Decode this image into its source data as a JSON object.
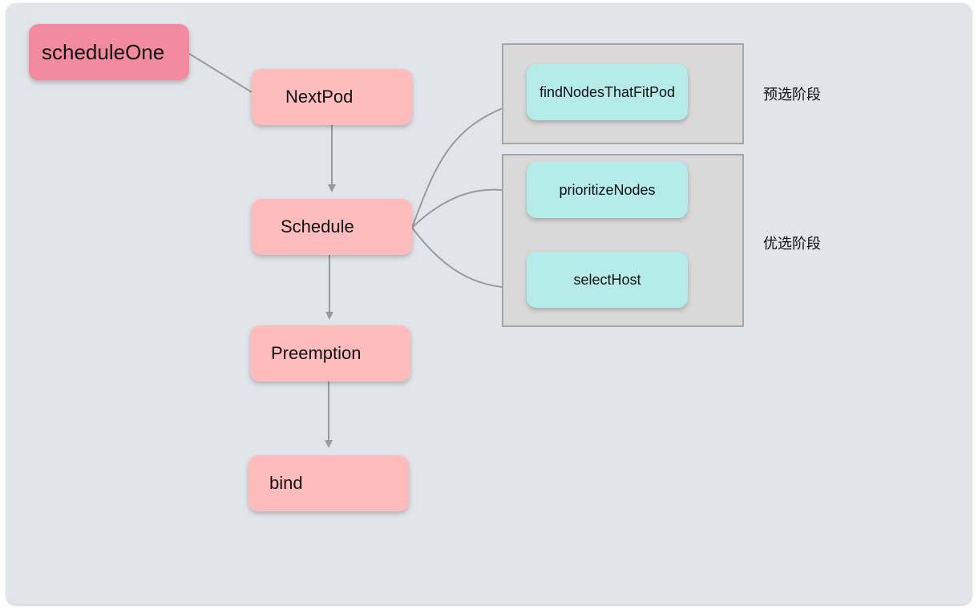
{
  "nodes": {
    "schedule_one": "scheduleOne",
    "next_pod": "NextPod",
    "schedule": "Schedule",
    "preemption": "Preemption",
    "bind": "bind",
    "find_nodes": "findNodesThatFitPod",
    "prioritize_nodes": "prioritizeNodes",
    "select_host": "selectHost"
  },
  "stages": {
    "filter": "预选阶段",
    "score": "优选阶段"
  },
  "colors": {
    "background": "#e1e4e9",
    "root_node": "#f28ba0",
    "step_node": "#ffbcbc",
    "sub_node": "#b5ebe8",
    "group_box": "#d9d9d9",
    "connector": "#999999"
  }
}
